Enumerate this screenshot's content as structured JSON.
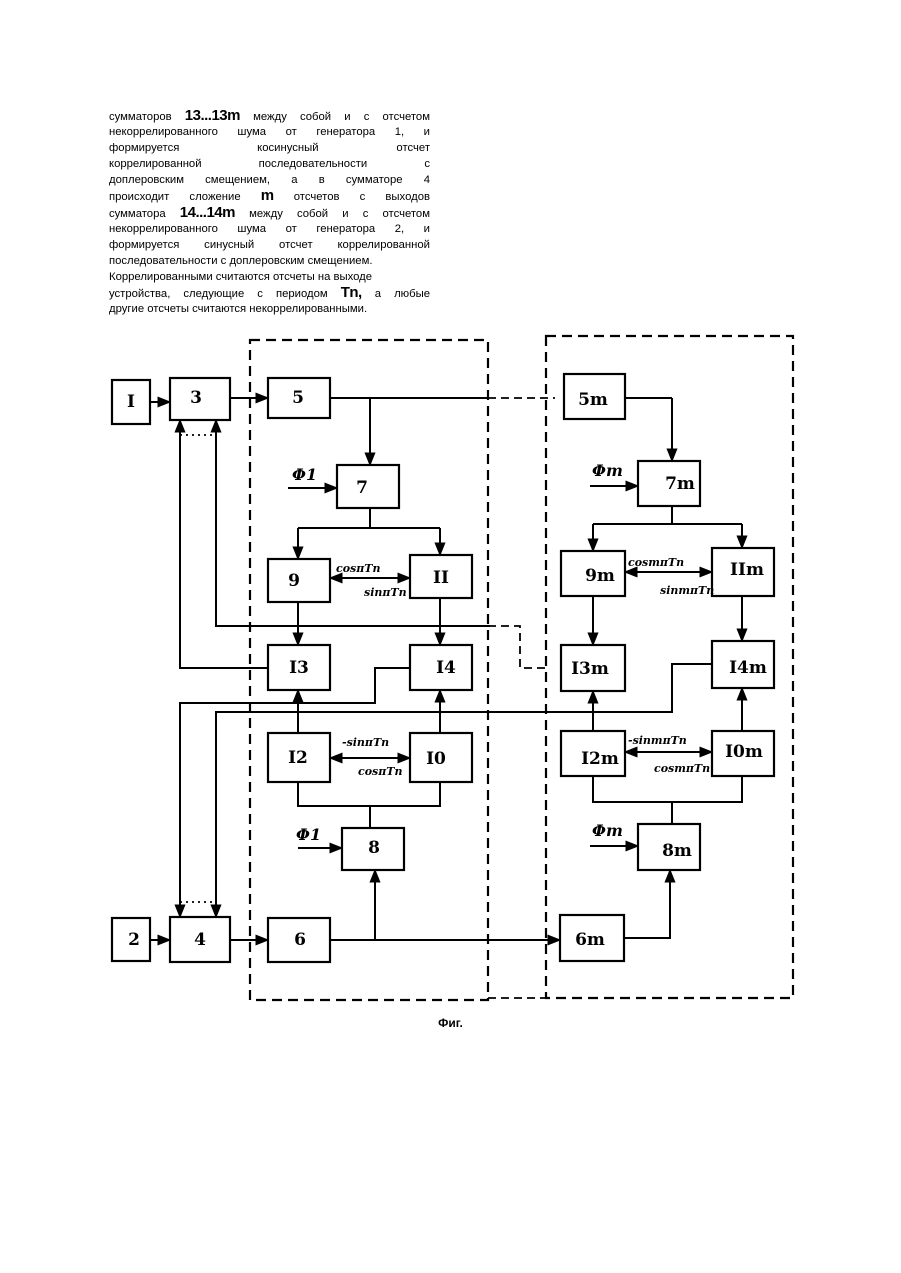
{
  "paragraph": {
    "lines": [
      {
        "parts": [
          "сумматоров ",
          "13...13m",
          " между собой и с отсчетом"
        ]
      },
      {
        "parts": [
          "некоррелированного шума от генератора 1, и"
        ]
      },
      {
        "parts": [
          "формируется косинусный отсчет"
        ]
      },
      {
        "parts": [
          "коррелированной последовательности с"
        ]
      },
      {
        "parts": [
          "доплеровским смещением, а в сумматоре 4"
        ]
      },
      {
        "parts": [
          "происходит сложение ",
          "m",
          " отсчетов с выходов"
        ]
      },
      {
        "parts": [
          "сумматора ",
          "14...14m",
          " между собой и с отсчетом"
        ]
      },
      {
        "parts": [
          "некоррелированного шума от генератора 2, и"
        ]
      },
      {
        "parts": [
          "формируется синусный отсчет коррелированной"
        ]
      },
      {
        "parts": [
          "последовательности с доплеровским смещением."
        ]
      },
      {
        "parts": [
          "Коррелированными считаются отсчеты на выходе"
        ]
      },
      {
        "parts": [
          "устройства, следующие с периодом ",
          "Tn,",
          " а любые"
        ]
      },
      {
        "parts": [
          "другие отсчеты считаются некоррелированными."
        ]
      }
    ]
  },
  "diagram": {
    "blocks": {
      "b1": "I",
      "b2": "2",
      "b3": "3",
      "b4": "4",
      "b5": "5",
      "b6": "6",
      "b7": "7",
      "b8": "8",
      "b9": "9",
      "b11": "II",
      "b13": "I3",
      "b14": "I4",
      "b12": "I2",
      "b10": "I0",
      "b5m": "5m",
      "b6m": "6m",
      "b7m": "7m",
      "b8m": "8m",
      "b9m": "9m",
      "b11m": "IIm",
      "b13m": "I3m",
      "b14m": "I4m",
      "b12m": "I2m",
      "b10m": "I0m"
    },
    "signals": {
      "phi1_top": "Φ1",
      "phi1_bot": "Φ1",
      "phim_top": "Φm",
      "phim_bot": "Φm",
      "cos_left": "cosπTn",
      "sin_left": "sinπTn",
      "msin_left": "-sinπTn",
      "cos_left2": "cosπTn",
      "cos_right": "cosmπTn",
      "sin_right": "sinmπTn",
      "msin_right": "-sinmπTn",
      "cos_right2": "cosmπTn"
    }
  },
  "caption": "Фиг."
}
